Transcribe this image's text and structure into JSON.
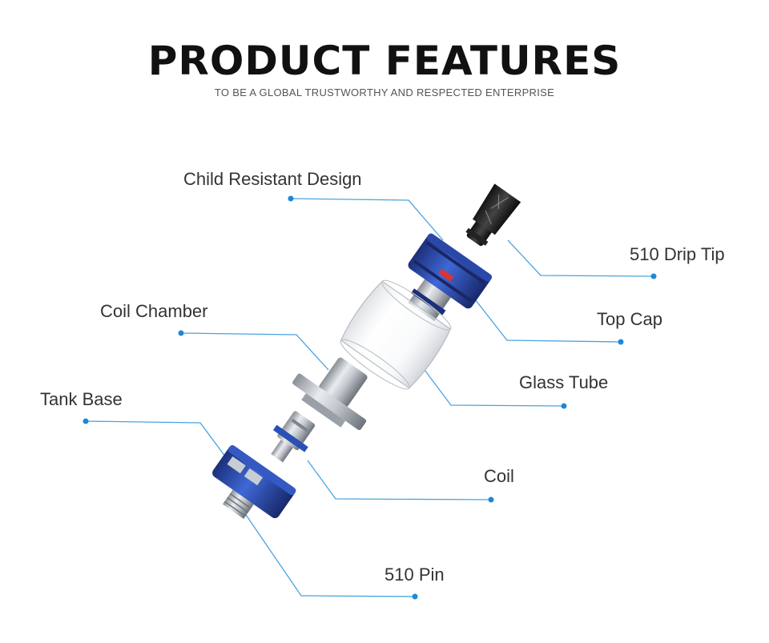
{
  "header": {
    "title": "PRODUCT FEATURES",
    "subtitle": "TO BE A GLOBAL TRUSTWORTHY AND RESPECTED ENTERPRISE"
  },
  "callouts": [
    {
      "id": "child-resistant-design",
      "label": "Child Resistant Design"
    },
    {
      "id": "510-drip-tip",
      "label": "510 Drip Tip"
    },
    {
      "id": "top-cap",
      "label": "Top Cap"
    },
    {
      "id": "coil-chamber",
      "label": "Coil Chamber"
    },
    {
      "id": "glass-tube",
      "label": "Glass Tube"
    },
    {
      "id": "tank-base",
      "label": "Tank Base"
    },
    {
      "id": "coil",
      "label": "Coil"
    },
    {
      "id": "510-pin",
      "label": "510 Pin"
    }
  ],
  "colors": {
    "leader_line": "#4aa3df",
    "leader_dot": "#1e88d6",
    "accent_blue": "#2a4fb5"
  }
}
